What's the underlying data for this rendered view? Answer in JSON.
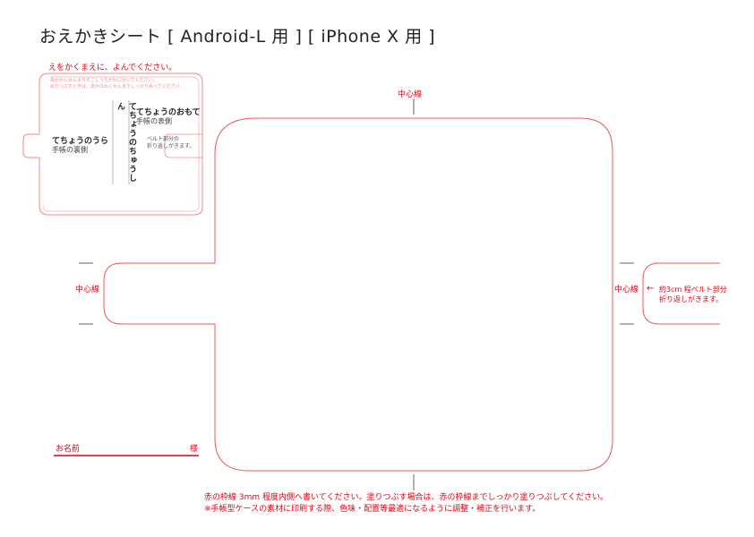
{
  "title": "おえかきシート [ Android-L 用 ] [ iPhone X 用 ]",
  "instructions": {
    "heading": "えをかくまえに、よんでください。",
    "line1": "あかわくせんよりすこしうちがわにかいてください。",
    "line2": "ぬりつぶすときは、あかのわくせんまでしっかりぬってください。"
  },
  "mini_diagram": {
    "back_label": "てちょうのうら",
    "back_sub": "手帳の裏側",
    "spine_label": "てちょうのちゅうしん",
    "front_label": "てちょうのおもて",
    "front_sub": "手帳の表側",
    "belt_note_line1": "ベルト部分の",
    "belt_note_line2": "折り返しがきます。"
  },
  "main_template": {
    "center_top": "中心線",
    "center_left": "中心線",
    "center_right": "中心線",
    "belt_note_line1": "約3cm 程ベルト部分",
    "belt_note_line2": "折り返しがきます。",
    "arrow": "←"
  },
  "name_field": {
    "label": "お名前",
    "suffix": "様"
  },
  "footer": {
    "line1": "赤の枠線 3mm 程度内側へ書いてください。塗りつぶす場合は、赤の枠線までしっかり塗りつぶしてください。",
    "line2": "※手帳型ケースの素材に印刷する際、色味・配置等最適になるように調整・補正を行います。"
  },
  "colors": {
    "accent": "#e60012",
    "outline": "#e8585a",
    "guide": "#555555"
  }
}
